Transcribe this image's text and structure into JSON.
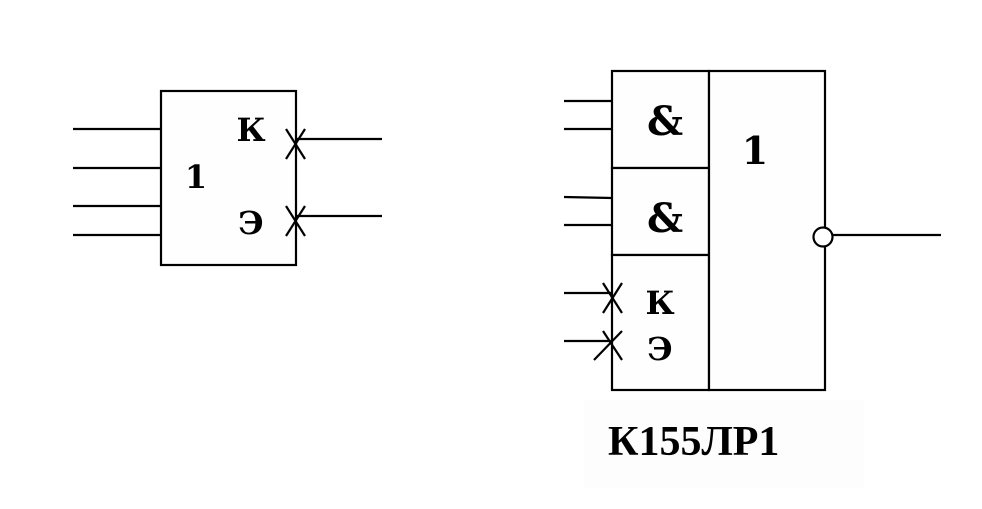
{
  "left_element": {
    "function_symbol": "1",
    "outputs": [
      {
        "label": "К"
      },
      {
        "label": "Э"
      }
    ],
    "input_count": 4
  },
  "right_element": {
    "and_sections": [
      {
        "symbol": "&"
      },
      {
        "symbol": "&"
      }
    ],
    "expander_inputs": [
      {
        "label": "К"
      },
      {
        "label": "Э"
      }
    ],
    "or_symbol": "1",
    "output_inverted": true
  },
  "chip_name": "К155ЛР1",
  "colors": {
    "line": "#000000",
    "background": "#ffffff",
    "label_backdrop": "#fdfdfd"
  }
}
